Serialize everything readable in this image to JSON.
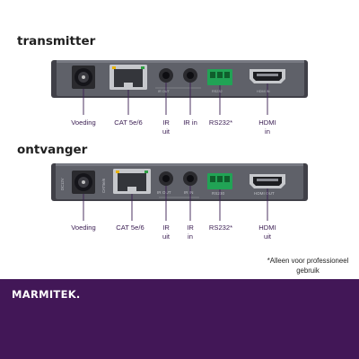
{
  "sections": {
    "transmitter": {
      "title": "transmitter",
      "port_labels": [
        "Voeding",
        "CAT 5e/6",
        "IR\nuit",
        "IR in",
        "RS232*",
        "HDMI\nin"
      ],
      "panel_text": [
        "RS232",
        "HDMI IN"
      ]
    },
    "receiver": {
      "title": "ontvanger",
      "port_labels": [
        "Voeding",
        "CAT 5e/6",
        "IR\nuit",
        "IR\nin",
        "RS232*",
        "HDMI\nuit"
      ],
      "panel_text": [
        "DC12V",
        "CAT5e/6",
        "IR OUT",
        "IR IN",
        "RS230",
        "HDMI OUT"
      ]
    }
  },
  "footnote": "*Alleen voor professioneel gebruik",
  "brand": {
    "name": "MARMITEK.",
    "band_color": "#421757"
  }
}
